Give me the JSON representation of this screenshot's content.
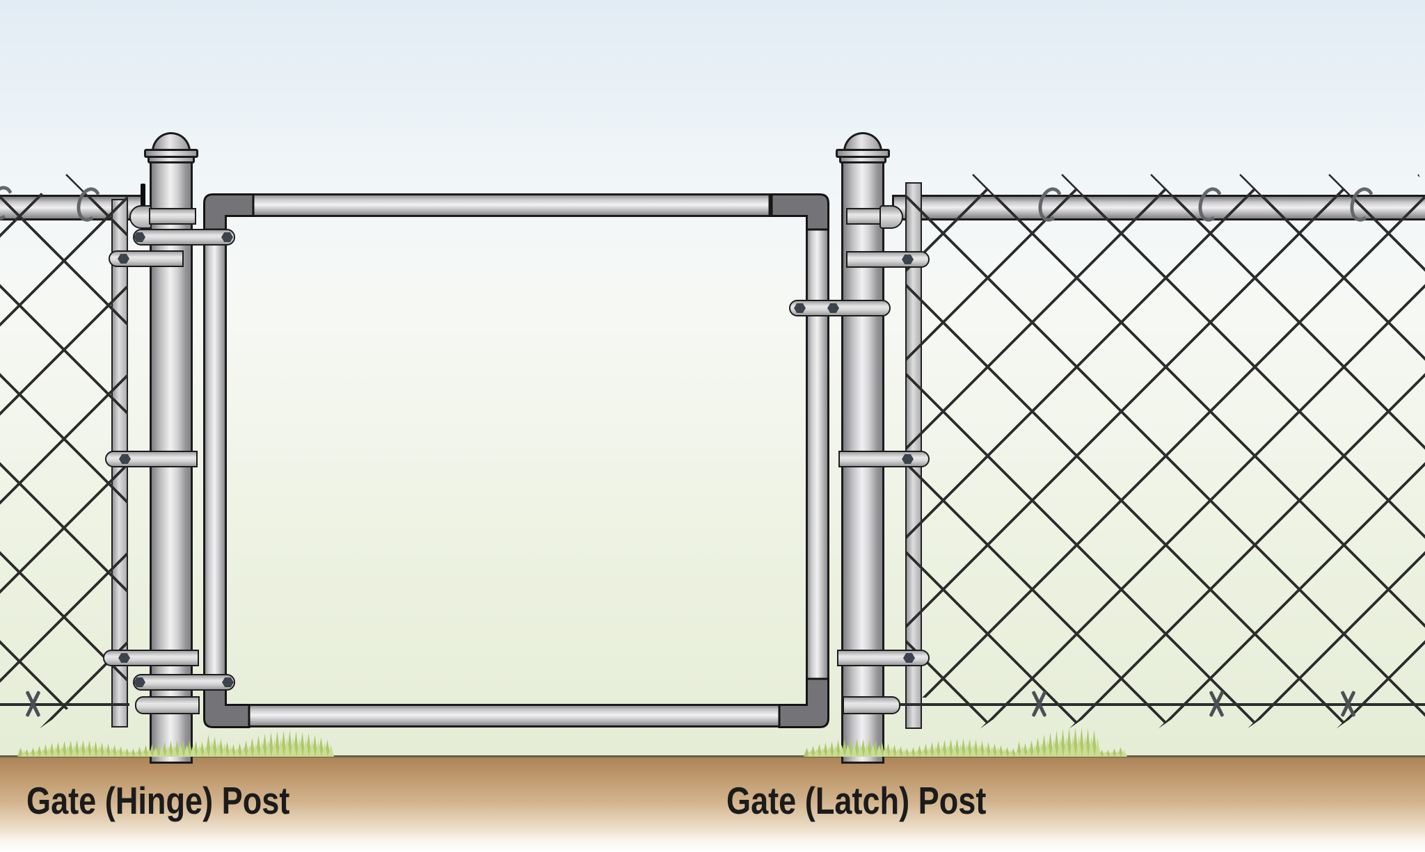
{
  "diagram": {
    "title_note": "chain-link fence gate hardware illustration",
    "labels": {
      "hinge_post": "Gate (Hinge) Post",
      "latch_post": "Gate (Latch) Post"
    },
    "colors": {
      "sky_top": "#e2ecf4",
      "sky_mid": "#f3f7f8",
      "field_green": "#e5edd6",
      "ground_brown": "#ac8458",
      "ground_line": "#6b5d45",
      "wire": "#2d2d2d",
      "elbow_gray": "#747478",
      "grass_back": "#aec86e",
      "grass_front": "#cbdd92",
      "label_text": "#1b1b1b"
    }
  }
}
